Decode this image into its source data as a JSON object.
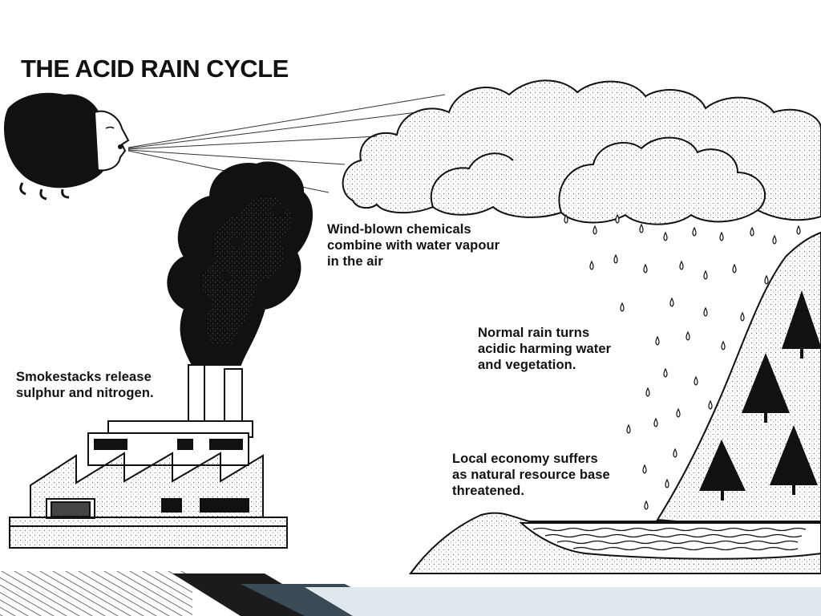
{
  "title": "THE  ACID RAIN CYCLE",
  "labels": {
    "wind": [
      "Wind-blown chemicals",
      "combine with water vapour",
      "in the air"
    ],
    "rain": [
      "Normal rain turns",
      "acidic harming water",
      "and vegetation."
    ],
    "smokestacks": [
      "Smokestacks release",
      "sulphur and nitrogen."
    ],
    "economy": [
      "Local economy suffers",
      "as natural resource base",
      "threatened."
    ]
  }
}
